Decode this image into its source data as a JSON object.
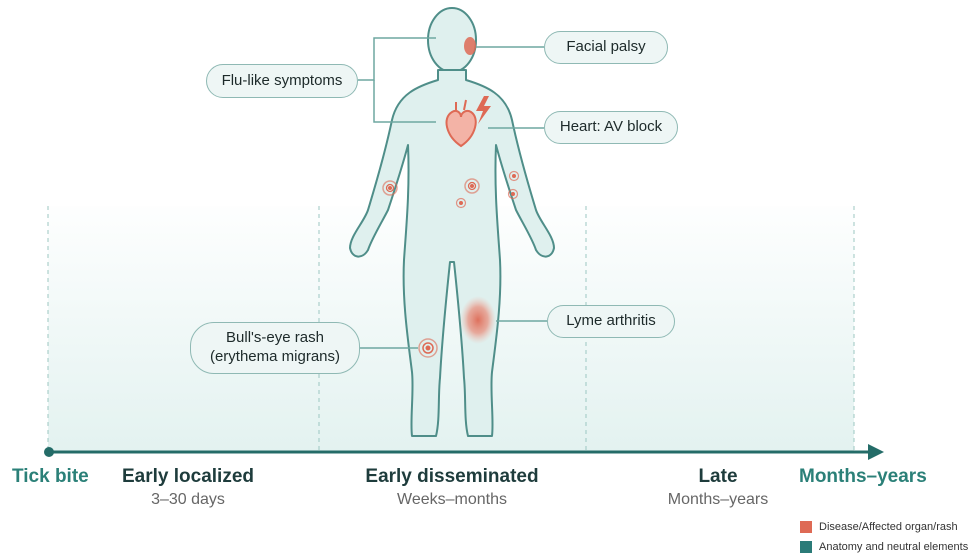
{
  "colors": {
    "disease": "#de6a55",
    "anatomy": "#2b7b78",
    "body_fill": "#dff0ee",
    "body_stroke": "#4f8e89",
    "timeline": "#246c68",
    "band": "#e3f2f0"
  },
  "callouts": {
    "flu": "Flu-like symptoms",
    "facial": "Facial palsy",
    "heart": "Heart: AV block",
    "arthritis": "Lyme arthritis",
    "rash_line1": "Bull's-eye rash",
    "rash_line2": "(erythema migrans)"
  },
  "timeline": {
    "start": "Tick bite",
    "end": "Months–years",
    "stages": [
      {
        "title": "Early localized",
        "sub": "3–30 days"
      },
      {
        "title": "Early disseminated",
        "sub": "Weeks–months"
      },
      {
        "title": "Late",
        "sub": "Months–years"
      }
    ]
  },
  "legend": [
    {
      "label": "Disease/Affected organ/rash",
      "color": "#de6a55"
    },
    {
      "label": "Anatomy and neutral elements",
      "color": "#2b7b78"
    }
  ],
  "icons": {
    "heart": "heart-icon",
    "bolt": "lightning-bolt-icon",
    "rash": "bullseye-rash-icon"
  }
}
